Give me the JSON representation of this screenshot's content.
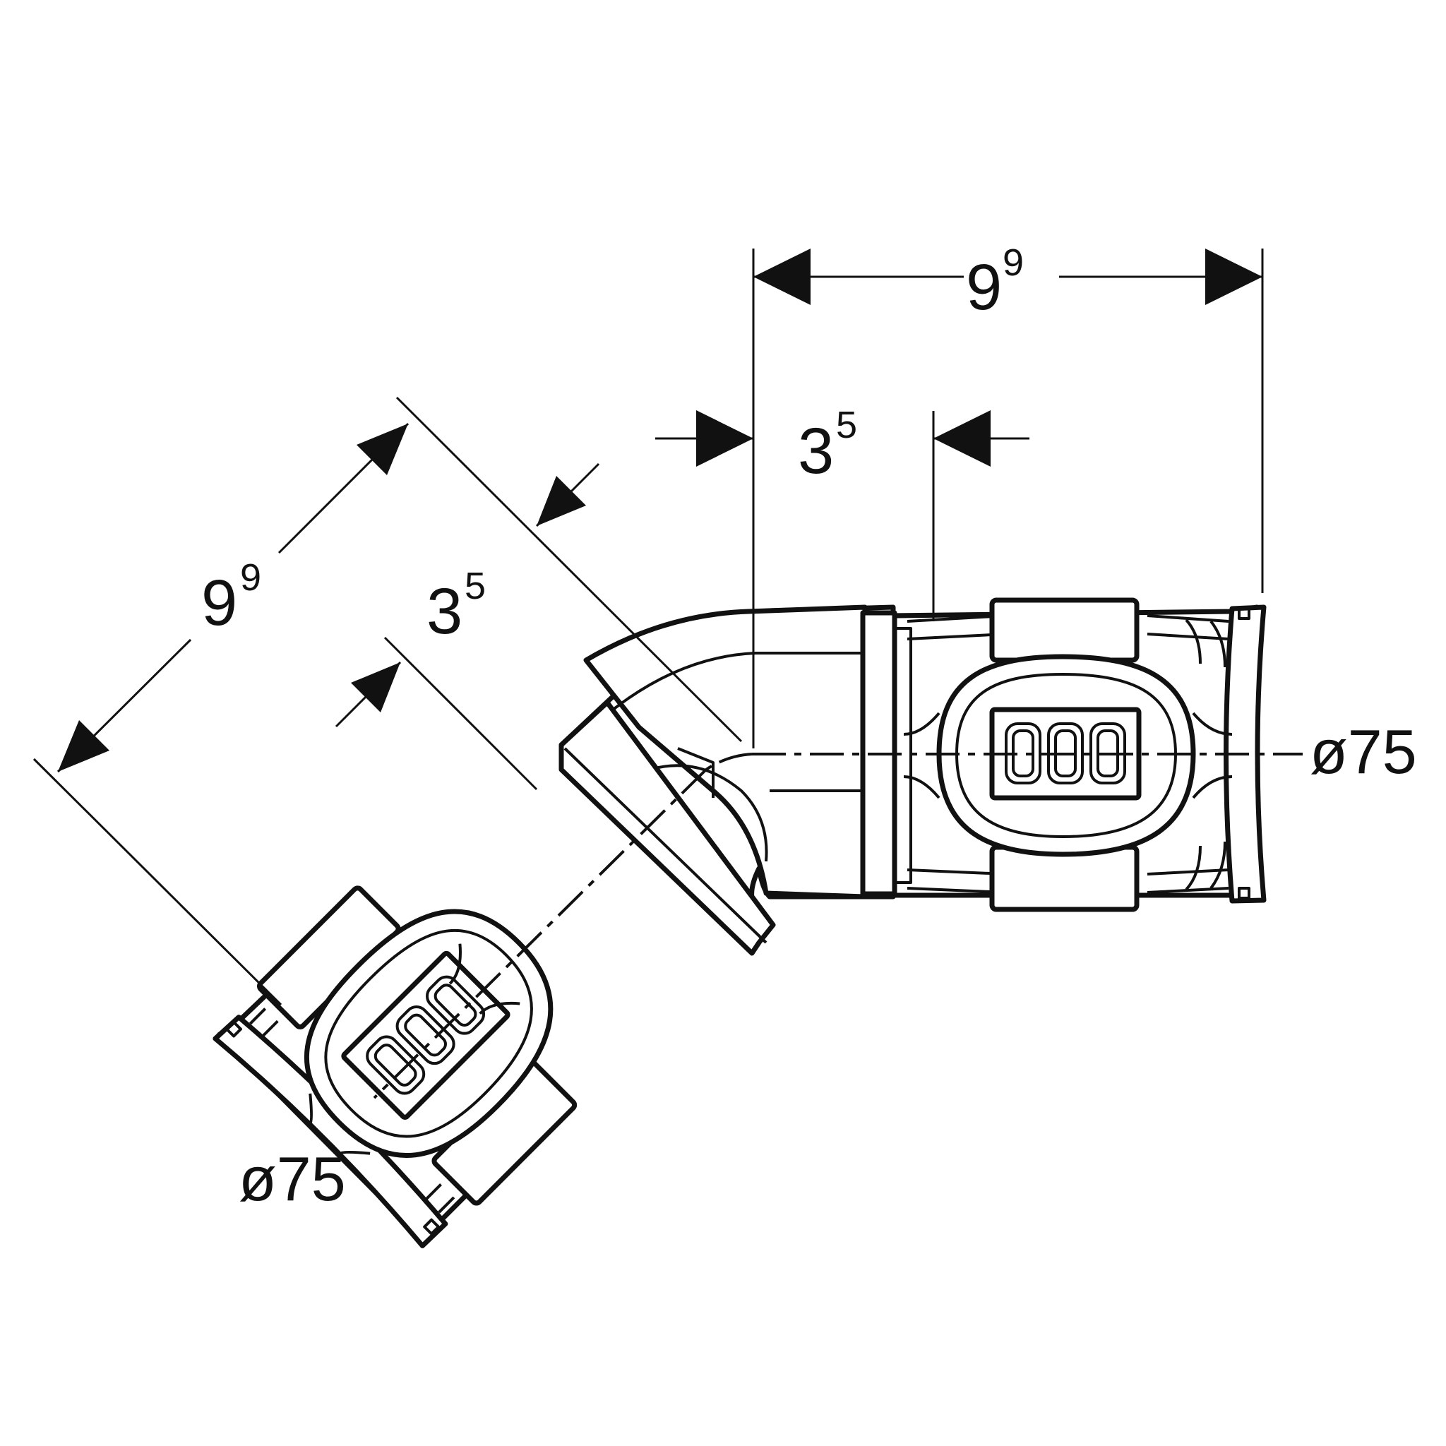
{
  "dimensions": {
    "top_length": {
      "base": "9",
      "sup": "9"
    },
    "top_insertion": {
      "base": "3",
      "sup": "5"
    },
    "left_length": {
      "base": "9",
      "sup": "9"
    },
    "left_insertion": {
      "base": "3",
      "sup": "5"
    }
  },
  "diameters": {
    "right_outlet": "ø75",
    "bottom_outlet": "ø75"
  },
  "colors": {
    "ink": "#111111",
    "paper": "#ffffff"
  }
}
